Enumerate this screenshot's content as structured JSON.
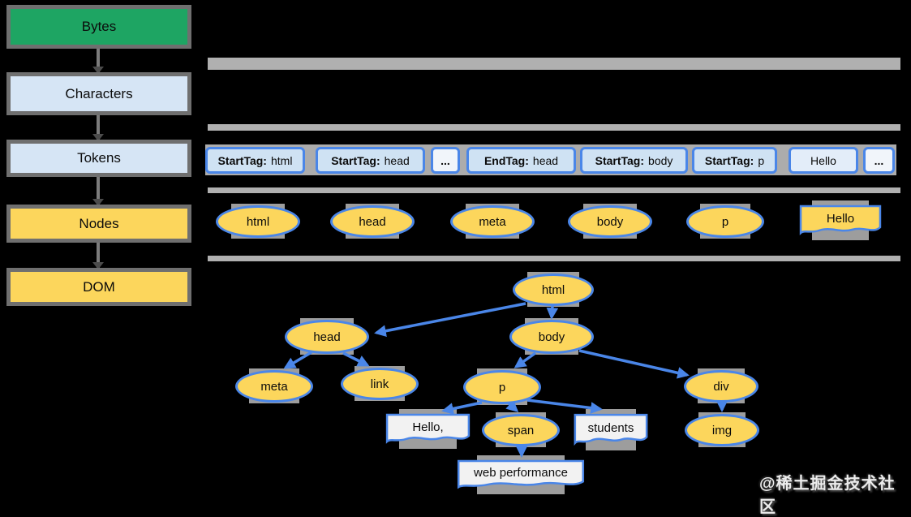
{
  "pipeline": {
    "items": [
      {
        "label": "Bytes"
      },
      {
        "label": "Characters"
      },
      {
        "label": "Tokens"
      },
      {
        "label": "Nodes"
      },
      {
        "label": "DOM"
      }
    ]
  },
  "tokens": [
    {
      "bold": "StartTag:",
      "text": "html"
    },
    {
      "bold": "StartTag:",
      "text": "head"
    },
    {
      "text": "..."
    },
    {
      "bold": "EndTag:",
      "text": "head"
    },
    {
      "bold": "StartTag:",
      "text": "body"
    },
    {
      "bold": "StartTag:",
      "text": "p"
    },
    {
      "text": "Hello"
    },
    {
      "text": "..."
    }
  ],
  "nodes_row": {
    "items": [
      {
        "label": "html"
      },
      {
        "label": "head"
      },
      {
        "label": "meta"
      },
      {
        "label": "body"
      },
      {
        "label": "p"
      }
    ],
    "text_node": {
      "label": "Hello"
    }
  },
  "dom_tree": {
    "labels": {
      "html": "html",
      "head": "head",
      "body": "body",
      "meta": "meta",
      "link": "link",
      "p": "p",
      "div": "div",
      "span": "span",
      "img": "img",
      "hello": "Hello,",
      "students": "students",
      "webperf": "web performance"
    },
    "edges": [
      [
        "html",
        "head"
      ],
      [
        "html",
        "body"
      ],
      [
        "head",
        "meta"
      ],
      [
        "head",
        "link"
      ],
      [
        "body",
        "p"
      ],
      [
        "body",
        "div"
      ],
      [
        "p",
        "hello"
      ],
      [
        "p",
        "span"
      ],
      [
        "p",
        "students"
      ],
      [
        "span",
        "webperf"
      ],
      [
        "div",
        "img"
      ]
    ]
  },
  "watermark": {
    "text": "@稀土掘金技术社区"
  },
  "colors": {
    "step_green": "#1ea563",
    "step_light_blue": "#d6e5f5",
    "step_yellow": "#fcd65c",
    "token_fill": "#cfe2f3",
    "node_border_blue": "#4a86e8",
    "separator_gray": "#b0b0b0",
    "box_border_gray": "#6f6f6f",
    "text_node_fill": "#f2f2f2",
    "background": "#000000"
  }
}
